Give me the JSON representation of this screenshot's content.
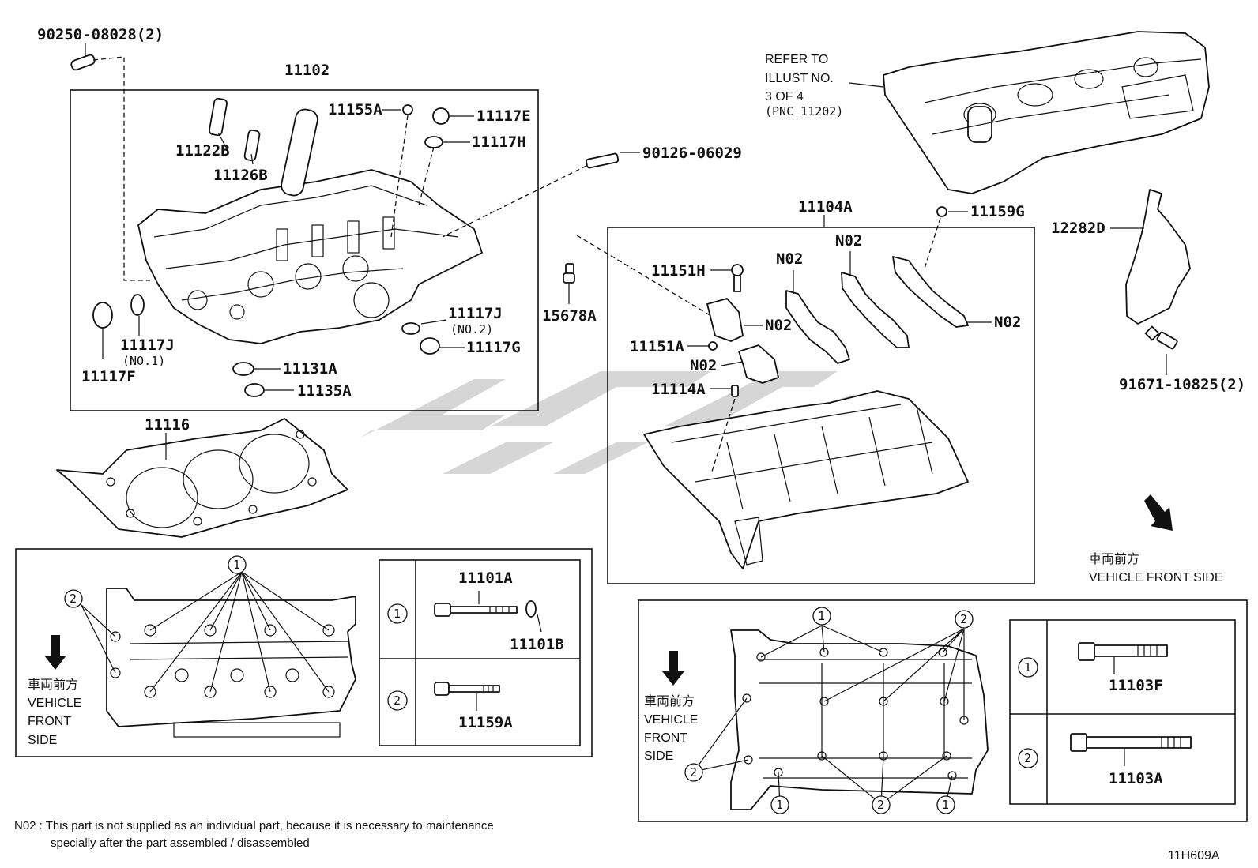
{
  "labels": {
    "p90250": "90250-08028(2)",
    "p11102": "11102",
    "p11155A": "11155A",
    "p11117E": "11117E",
    "p11117H": "11117H",
    "p11122B": "11122B",
    "p11126B": "11126B",
    "p90126": "90126-06029",
    "p11117J1": "11117J",
    "p11117J1sub": "(NO.1)",
    "p11117F": "11117F",
    "p11117J2": "11117J",
    "p11117J2sub": "(NO.2)",
    "p11117G": "11117G",
    "p11131A": "11131A",
    "p11135A": "11135A",
    "p11116": "11116",
    "p11104A": "11104A",
    "p11159G": "11159G",
    "p12282D": "12282D",
    "p91671": "91671-10825(2)",
    "p15678A": "15678A",
    "p11151H": "11151H",
    "p11151A": "11151A",
    "p11114A": "11114A",
    "n02": "N02",
    "p11101A": "11101A",
    "p11101B": "11101B",
    "p11159A": "11159A",
    "p11103F": "11103F",
    "p11103A": "11103A",
    "refer1": "REFER TO",
    "refer2": "ILLUST NO.",
    "refer3": "3 OF 4",
    "refer4": "(PNC 11202)",
    "front_jp": "車両前方",
    "front_en": "VEHICLE FRONT SIDE",
    "vehicle": "VEHICLE",
    "front": "FRONT",
    "side": "SIDE",
    "c1": "1",
    "c2": "2",
    "footnote1": "N02 : This part is not supplied as an individual part, because it is necessary to maintenance",
    "footnote2": "specially after the part assembled / disassembled",
    "diagram_id": "11H609A"
  },
  "colors": {
    "ink": "#111111",
    "watermark": "#cfcfcf"
  }
}
